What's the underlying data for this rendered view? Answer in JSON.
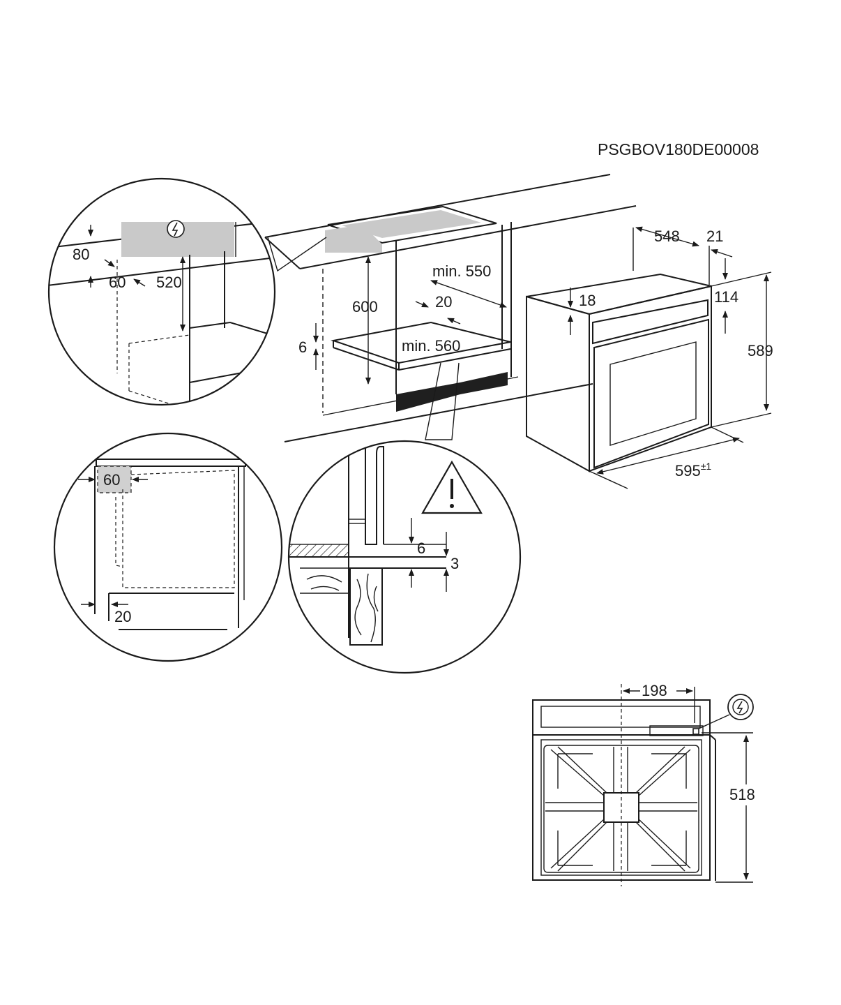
{
  "drawing_code": "PSGBOV180DE00008",
  "icons": {
    "electrical_connection": "lightning-in-circle-icon",
    "warning": "warning-triangle-icon"
  },
  "dimensions": {
    "detail_top_left": {
      "d80": "80",
      "d60": "60",
      "d520": "520"
    },
    "cabinet": {
      "d600": "600",
      "d6": "6",
      "min550": "min. 550",
      "d20": "20",
      "min560": "min. 560"
    },
    "oven": {
      "depth_548": "548",
      "d21": "21",
      "d18": "18",
      "d114": "114",
      "height_589": "589",
      "width_595": "595",
      "width_tolerance": "±1"
    },
    "detail_side": {
      "d60": "60",
      "d20": "20"
    },
    "detail_floor": {
      "d6": "6",
      "d3": "3"
    },
    "rear_view": {
      "d198": "198",
      "d518": "518"
    }
  }
}
